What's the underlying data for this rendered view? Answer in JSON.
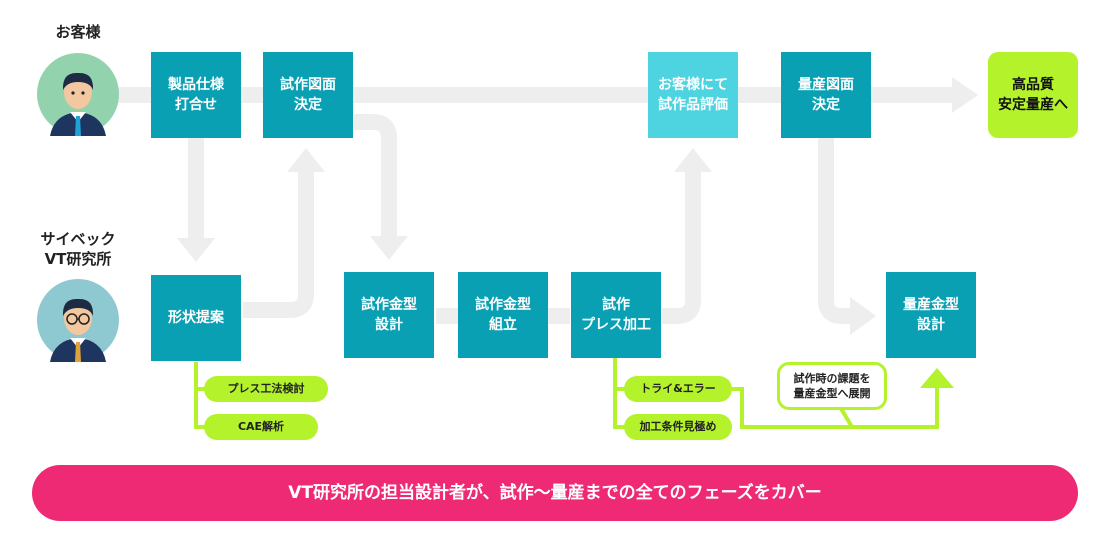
{
  "actors": {
    "customer": {
      "label": "お客様",
      "icon": "customer-avatar-icon"
    },
    "vendor": {
      "label_line1": "サイベック",
      "label_line2": "VT研究所",
      "icon": "engineer-avatar-icon"
    }
  },
  "steps": {
    "spec": {
      "line1": "製品仕様",
      "line2": "打合せ"
    },
    "drawing": {
      "line1": "試作図面",
      "line2": "決定"
    },
    "evaluation": {
      "line1": "お客様にて",
      "line2": "試作品評価"
    },
    "mass_drawing": {
      "line1": "量産図面",
      "line2": "決定"
    },
    "goal": {
      "line1": "高品質",
      "line2": "安定量産へ"
    },
    "proposal": {
      "line1": "形状提案"
    },
    "die_design": {
      "line1": "試作金型",
      "line2": "設計"
    },
    "die_assembly": {
      "line1": "試作金型",
      "line2": "組立"
    },
    "press": {
      "line1": "試作",
      "line2": "プレス加工"
    },
    "mass_die": {
      "line1": "量産金型",
      "line2": "設計"
    }
  },
  "sub_tasks": {
    "press_method": "プレス工法検討",
    "cae": "CAE解析",
    "trial_error": "トライ&エラー",
    "conditions": "加工条件見極め"
  },
  "note": {
    "line1": "試作時の課題を",
    "line2": "量産金型へ展開"
  },
  "banner": "VT研究所の担当設計者が、試作〜量産までの全てのフェーズをカバー",
  "colors": {
    "step": "#0aa0b4",
    "step_light": "#4ed4e0",
    "goal": "#b4f22c",
    "sub_task": "#b4f22c",
    "flow_arrow": "#eeeeee",
    "banner": "#ef2a74"
  }
}
